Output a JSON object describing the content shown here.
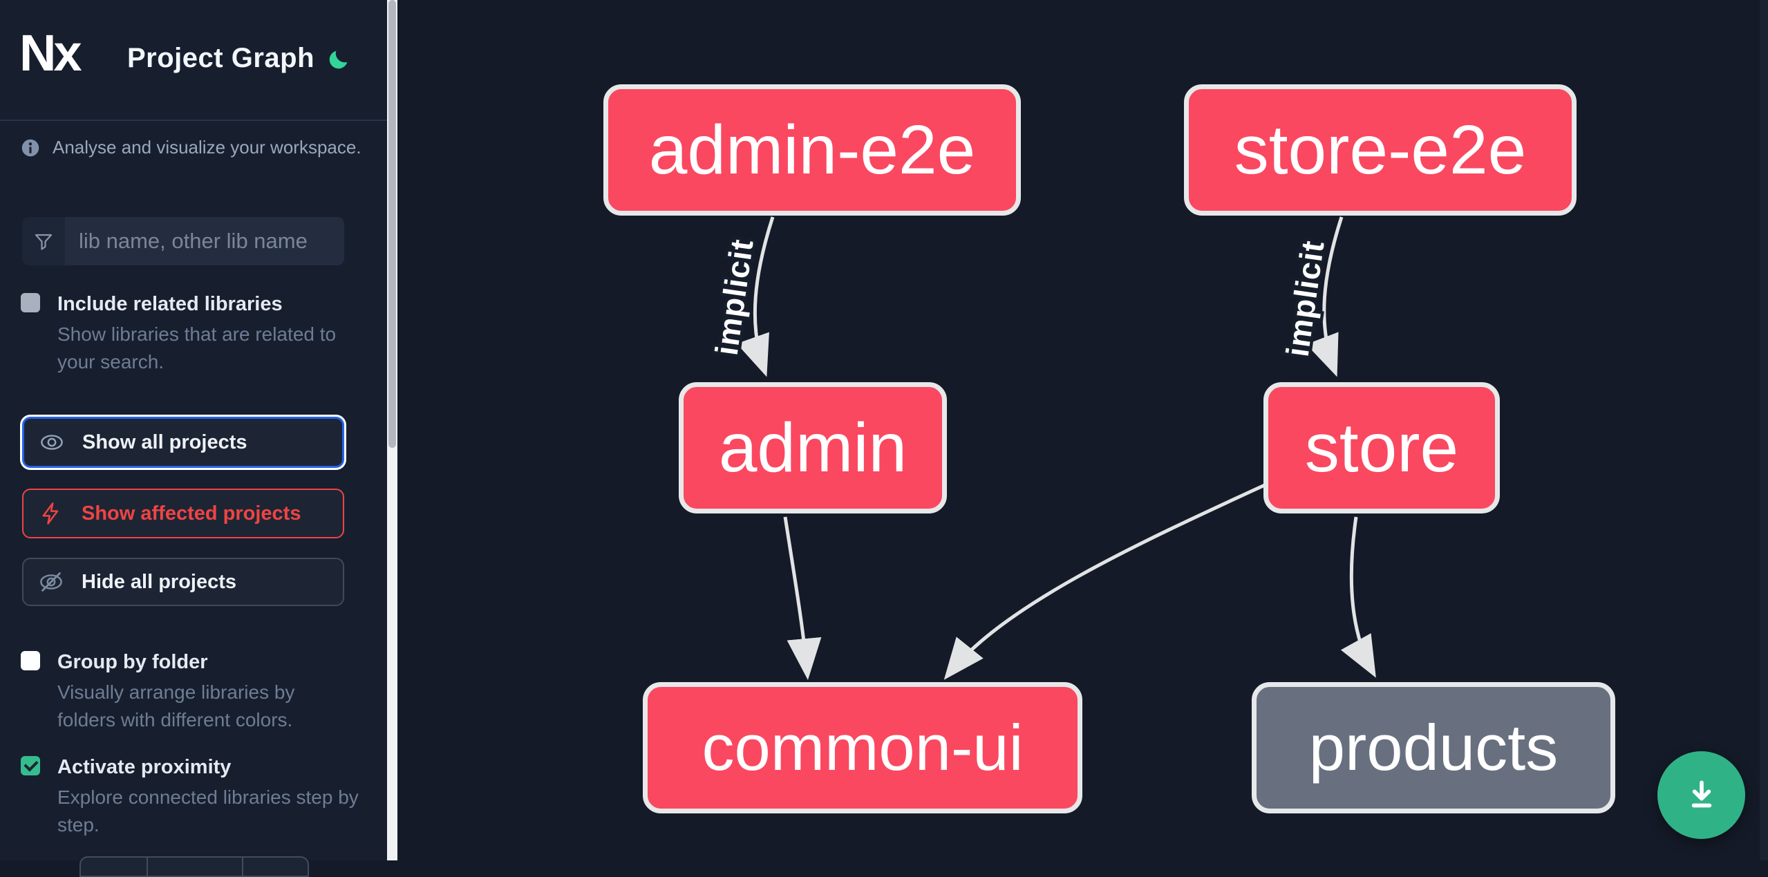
{
  "app": {
    "logo_text": "Nx",
    "title": "Project Graph",
    "theme_icon": "moon-icon"
  },
  "colors": {
    "affected_node": "#fa4860",
    "normal_node": "#68707f",
    "node_border": "#e7e8ea",
    "edge": "#e2e3e5",
    "focus_blue": "#2563eb",
    "danger_red": "#ef4444",
    "accent_green": "#34d399",
    "fab_green": "#30b287",
    "sidebar_bg": "#171f2e",
    "canvas_bg": "#141a27"
  },
  "sidebar": {
    "tagline": "Analyse and visualize your workspace.",
    "search": {
      "placeholder": "lib name, other lib name",
      "icon": "filter-funnel-icon",
      "value": ""
    },
    "checkboxes": [
      {
        "label": "Include related libraries",
        "description": "Show libraries that are related to your search.",
        "checked": false
      },
      {
        "label": "Group by folder",
        "description": "Visually arrange libraries by folders with different colors.",
        "checked": false
      },
      {
        "label": "Activate proximity",
        "description": "Explore connected libraries step by step.",
        "checked": true
      }
    ],
    "buttons": [
      {
        "label": "Show all projects",
        "icon": "eye-icon",
        "state": "focused"
      },
      {
        "label": "Show affected projects",
        "icon": "lightning-icon",
        "state": "normal"
      },
      {
        "label": "Hide all projects",
        "icon": "eye-off-icon",
        "state": "normal"
      }
    ]
  },
  "graph": {
    "nodes": [
      {
        "id": "admin-e2e",
        "label": "admin-e2e",
        "status": "affected"
      },
      {
        "id": "store-e2e",
        "label": "store-e2e",
        "status": "affected"
      },
      {
        "id": "admin",
        "label": "admin",
        "status": "affected"
      },
      {
        "id": "store",
        "label": "store",
        "status": "affected"
      },
      {
        "id": "common-ui",
        "label": "common-ui",
        "status": "affected"
      },
      {
        "id": "products",
        "label": "products",
        "status": "normal"
      }
    ],
    "edges": [
      {
        "from": "admin-e2e",
        "to": "admin",
        "label": "implicit"
      },
      {
        "from": "store-e2e",
        "to": "store",
        "label": "implicit"
      },
      {
        "from": "admin",
        "to": "common-ui",
        "label": ""
      },
      {
        "from": "store",
        "to": "common-ui",
        "label": ""
      },
      {
        "from": "store",
        "to": "products",
        "label": ""
      }
    ]
  },
  "fab": {
    "icon": "download-icon"
  }
}
